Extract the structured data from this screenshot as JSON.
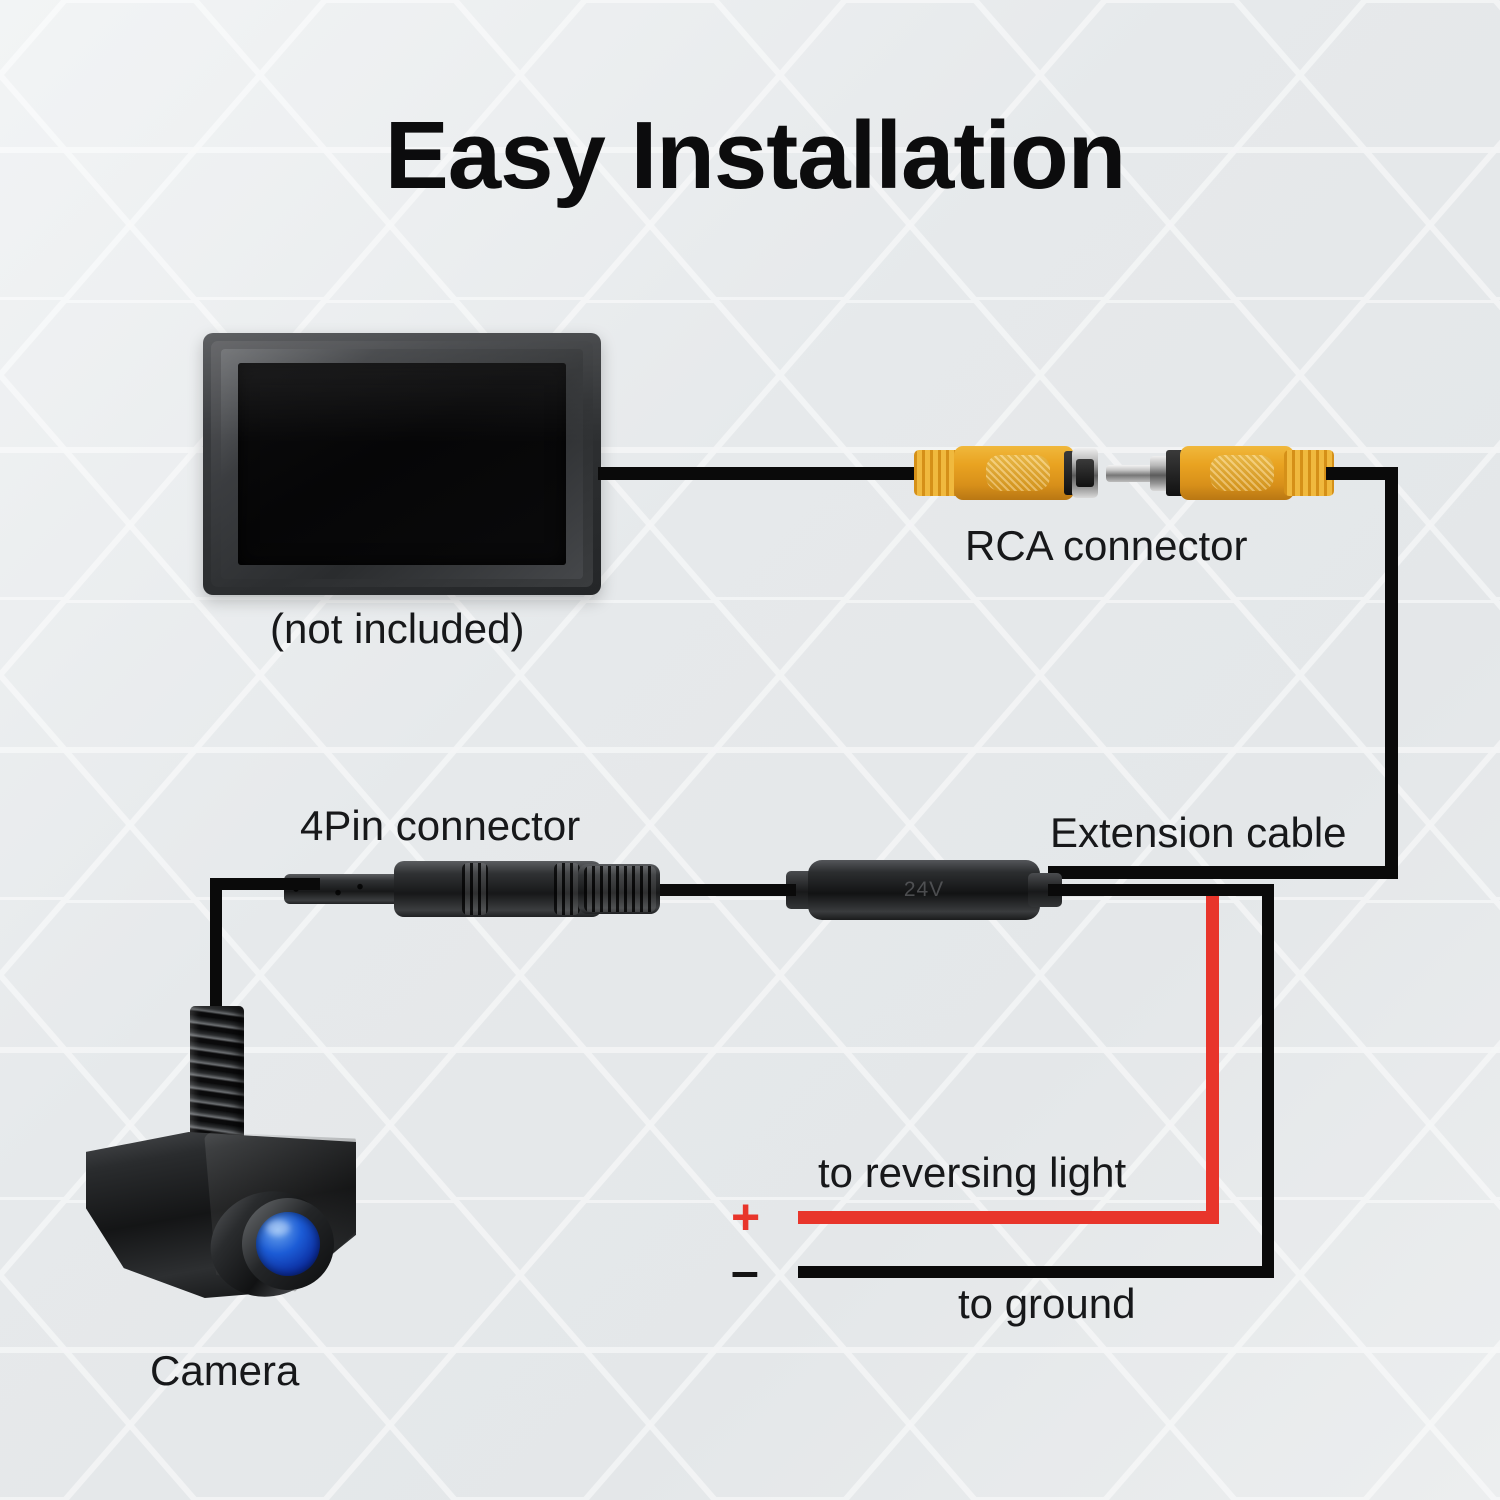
{
  "page": {
    "title": "Easy Installation",
    "background_color": "#e9ebed",
    "accent_colors": {
      "wire_black": "#0a0a0a",
      "wire_red": "#e8352b",
      "rca_orange": "#e9a321",
      "lens_blue": "#1c5cd6",
      "text_black": "#17181a"
    }
  },
  "labels": {
    "monitor": "(not included)",
    "rca_connector": "RCA connector",
    "pin4_connector": "4Pin connector",
    "extension_cable": "Extension cable",
    "camera": "Camera",
    "to_reversing_light": "to reversing light",
    "to_ground": "to ground",
    "plus_sign": "+",
    "minus_sign": "–"
  },
  "components": {
    "module_marking": "24V"
  }
}
